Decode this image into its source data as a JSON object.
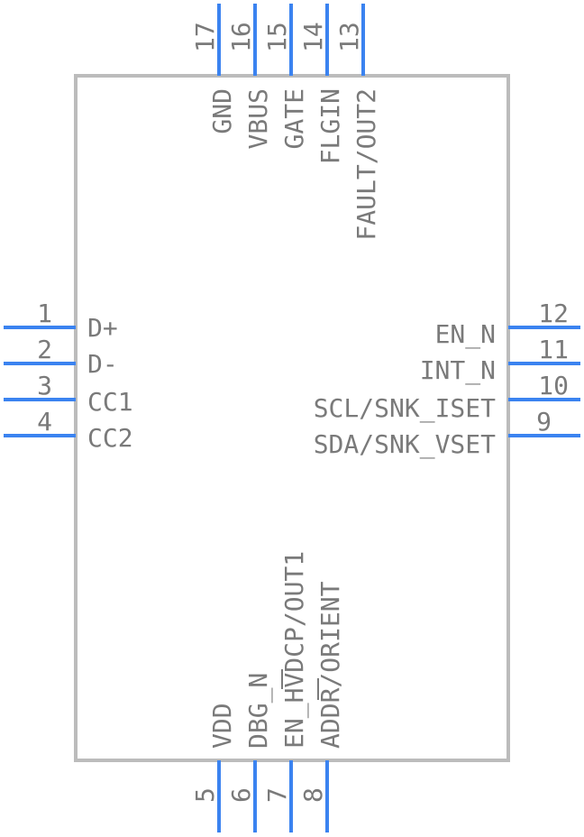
{
  "colors": {
    "pin": "#3b83f0",
    "body_outline": "#bcbcbc",
    "text": "#7a7a7a"
  },
  "pins": {
    "p1": {
      "number": "1",
      "name": "D+"
    },
    "p2": {
      "number": "2",
      "name": "D-"
    },
    "p3": {
      "number": "3",
      "name": "CC1"
    },
    "p4": {
      "number": "4",
      "name": "CC2"
    },
    "p5": {
      "number": "5",
      "name": "VDD"
    },
    "p6": {
      "number": "6",
      "name": "DBG_N"
    },
    "p7": {
      "number": "7",
      "name": "EN_HVDCP/OUT1"
    },
    "p8": {
      "number": "8",
      "name": "ADDR/ORIENT"
    },
    "p9": {
      "number": "9",
      "name": "SDA/SNK_VSET"
    },
    "p10": {
      "number": "10",
      "name": "SCL/SNK_ISET"
    },
    "p11": {
      "number": "11",
      "name": "INT_N"
    },
    "p12": {
      "number": "12",
      "name": "EN_N"
    },
    "p13": {
      "number": "13",
      "name": "FAULT/OUT2"
    },
    "p14": {
      "number": "14",
      "name": "FLGIN"
    },
    "p15": {
      "number": "15",
      "name": "GATE"
    },
    "p16": {
      "number": "16",
      "name": "VBUS"
    },
    "p17": {
      "number": "17",
      "name": "GND"
    }
  }
}
